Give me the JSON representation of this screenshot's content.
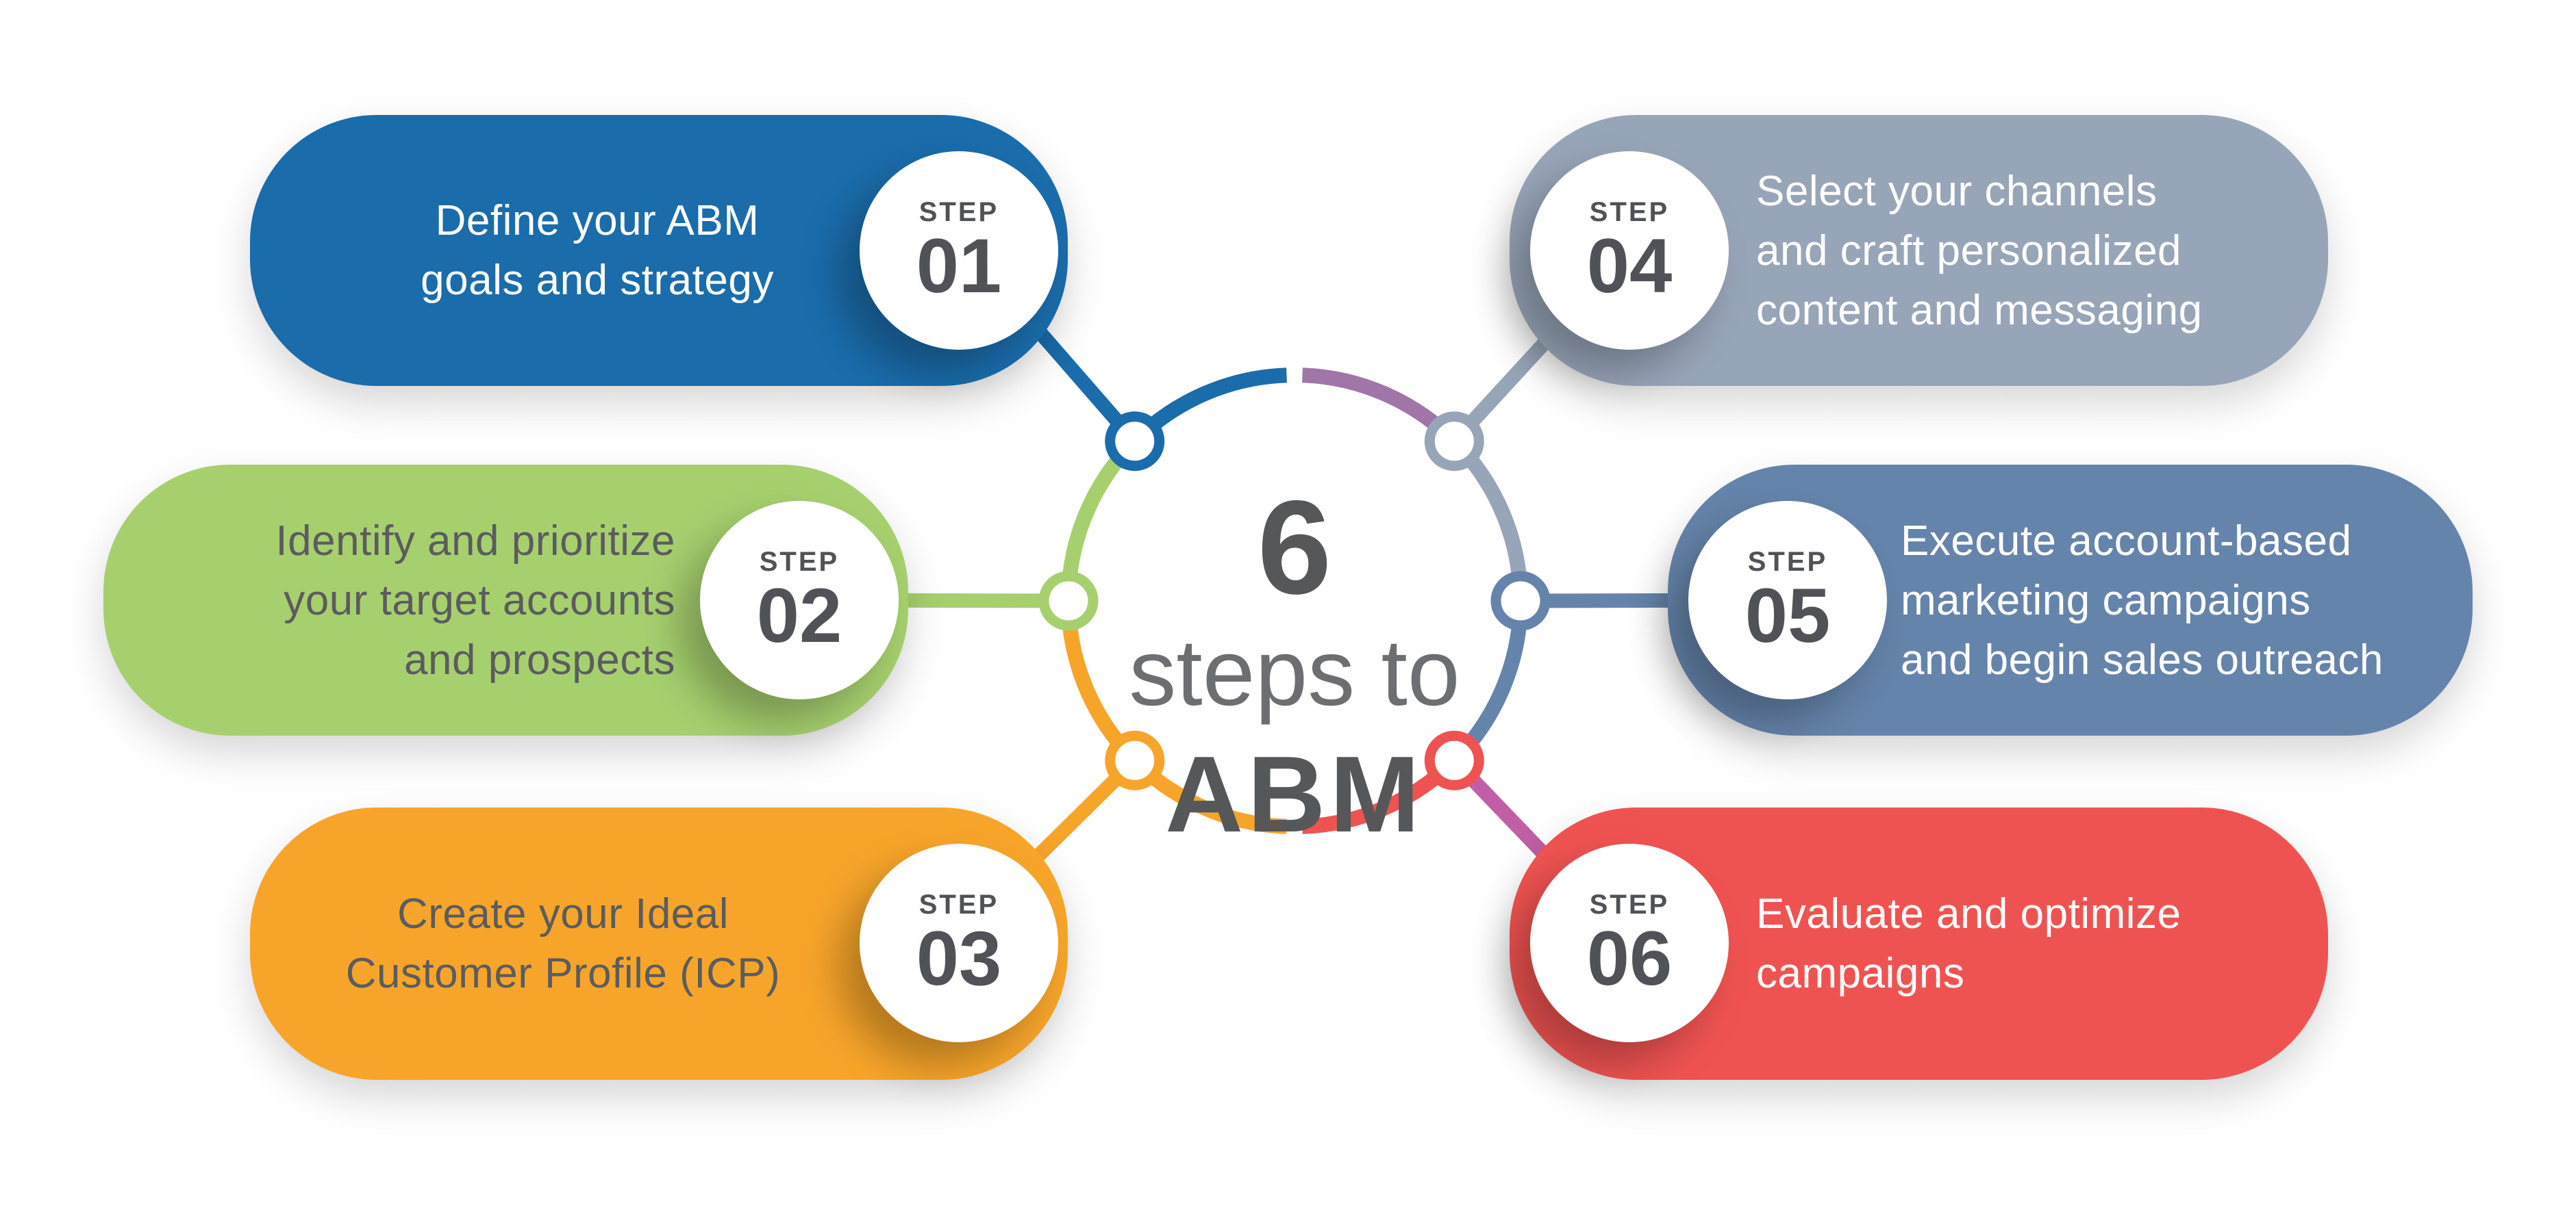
{
  "center": {
    "count": "6",
    "subtitle": "steps to",
    "acronym": "ABM"
  },
  "colors": {
    "blue": "#1a6cab",
    "green": "#a6d06e",
    "orange": "#f7a52a",
    "gray": "#97a5b8",
    "steel": "#6584ab",
    "red": "#ef5351",
    "purple": "#a076a8",
    "magenta": "#c05fa5",
    "step_text": "#515257",
    "body_dark": "#5b5c5f",
    "subtitle_gray": "#6d6e71",
    "center_dark": "#565759"
  },
  "steps": [
    {
      "label": "STEP",
      "number": "01",
      "text": "Define your ABM\ngoals and strategy",
      "color": "#1a6cab"
    },
    {
      "label": "STEP",
      "number": "02",
      "text": "Identify and prioritize\nyour target accounts\nand prospects",
      "color": "#a6d06e"
    },
    {
      "label": "STEP",
      "number": "03",
      "text": "Create your Ideal\nCustomer Profile (ICP)",
      "color": "#f7a52a"
    },
    {
      "label": "STEP",
      "number": "04",
      "text": "Select your channels\nand craft personalized\ncontent and messaging",
      "color": "#97a5b8"
    },
    {
      "label": "STEP",
      "number": "05",
      "text": "Execute account-based\nmarketing campaigns\nand begin sales outreach",
      "color": "#6584ab"
    },
    {
      "label": "STEP",
      "number": "06",
      "text": "Evaluate and optimize\ncampaigns",
      "color": "#ef5351"
    }
  ]
}
